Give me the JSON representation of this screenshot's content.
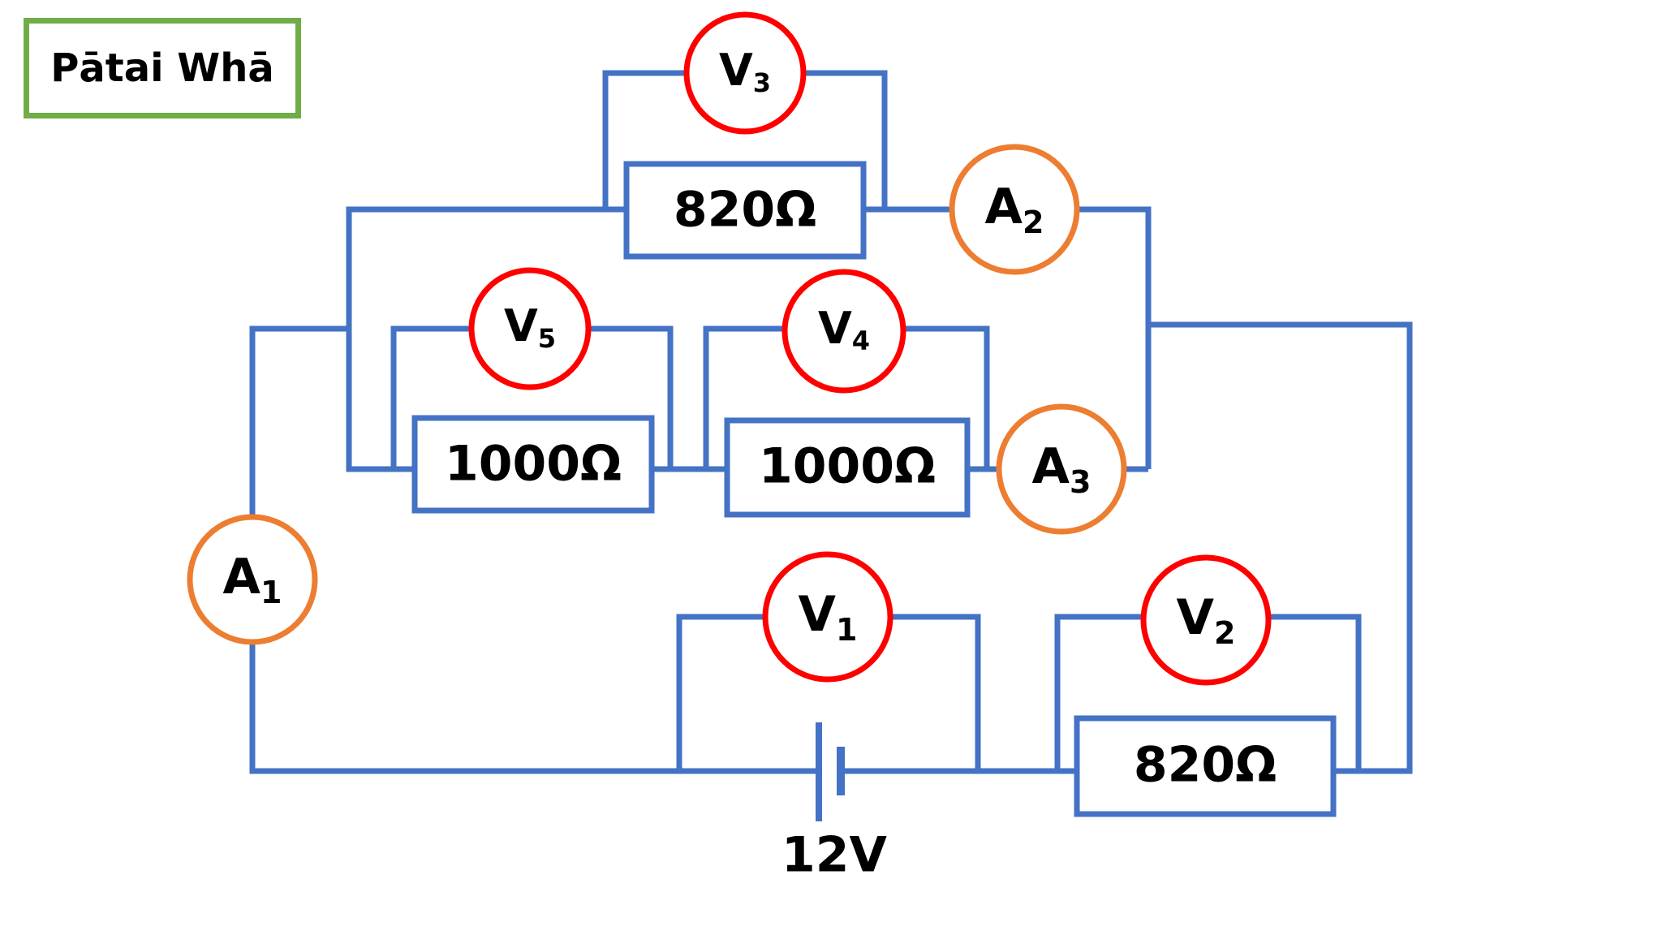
{
  "title": "Pātai Whā",
  "colors": {
    "wire": "#4472c4",
    "voltmeter": "#ff0000",
    "ammeter": "#ed7d31",
    "title_border": "#70ad47"
  },
  "resistors": {
    "r_top": "820Ω",
    "r_mid_left": "1000Ω",
    "r_mid_right": "1000Ω",
    "r_bottom": "820Ω"
  },
  "battery": {
    "label": "12V"
  },
  "meters": {
    "A1": {
      "letter": "A",
      "sub": "1"
    },
    "A2": {
      "letter": "A",
      "sub": "2"
    },
    "A3": {
      "letter": "A",
      "sub": "3"
    },
    "V1": {
      "letter": "V",
      "sub": "1"
    },
    "V2": {
      "letter": "V",
      "sub": "2"
    },
    "V3": {
      "letter": "V",
      "sub": "3"
    },
    "V4": {
      "letter": "V",
      "sub": "4"
    },
    "V5": {
      "letter": "V",
      "sub": "5"
    }
  }
}
